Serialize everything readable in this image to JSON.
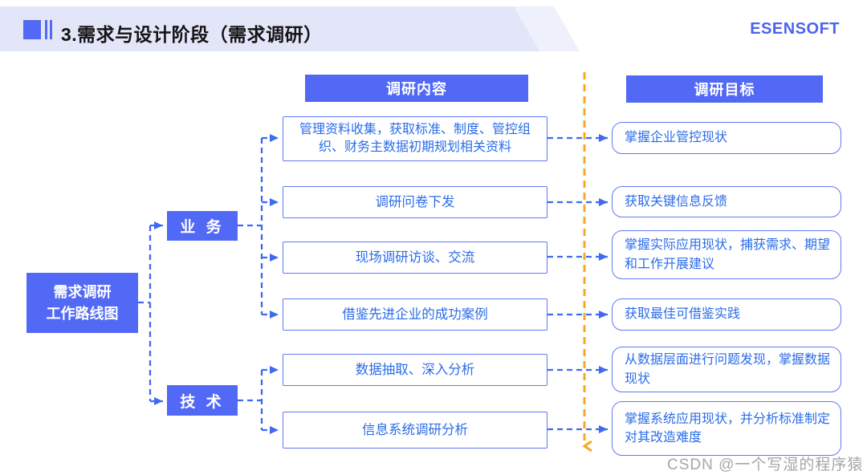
{
  "header": {
    "title": "3.需求与设计阶段（需求调研）",
    "logo": "ESENSOFT"
  },
  "diagram": {
    "root": {
      "line1": "需求调研",
      "line2": "工作路线图"
    },
    "branches": [
      {
        "label": "业 务"
      },
      {
        "label": "技 术"
      }
    ],
    "column_headers": {
      "content": "调研内容",
      "goal": "调研目标"
    },
    "rows": [
      {
        "content": "管理资料收集，获取标准、制度、管控组织、财务主数据初期规划相关资料",
        "goal": "掌握企业管控现状"
      },
      {
        "content": "调研问卷下发",
        "goal": "获取关键信息反馈"
      },
      {
        "content": "现场调研访谈、交流",
        "goal": "掌握实际应用现状，捕获需求、期望和工作开展建议"
      },
      {
        "content": "借鉴先进企业的成功案例",
        "goal": "获取最佳可借鉴实践"
      },
      {
        "content": "数据抽取、深入分析",
        "goal": "从数据层面进行问题发现，掌握数据现状"
      },
      {
        "content": "信息系统调研分析",
        "goal": "掌握系统应用现状，并分析标准制定对其改造难度"
      }
    ]
  },
  "watermark": "CSDN @一个写湿的程序猿",
  "colors": {
    "primary_fill": "#5269f5",
    "box_border": "#6079f2",
    "box_text": "#2b6ce8",
    "connector": "#3f6af0",
    "timeline": "#f9a826"
  }
}
